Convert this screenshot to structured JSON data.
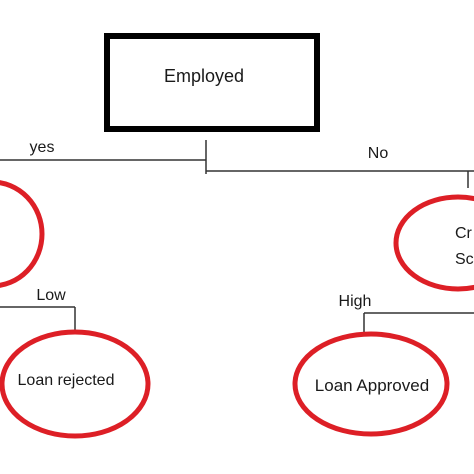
{
  "diagram": {
    "root": {
      "label": "Employed"
    },
    "edges": {
      "yes": "yes",
      "no": "No",
      "low": "Low",
      "high": "High"
    },
    "left_node": {
      "label": ""
    },
    "right_node": {
      "label_line1": "Cr",
      "label_line2": "Sc"
    },
    "leaf_left": {
      "label": "Loan rejected"
    },
    "leaf_right": {
      "label": "Loan Approved"
    },
    "colors": {
      "box_border": "#000000",
      "line": "#333333",
      "ellipse": "#dd1f26",
      "text": "#1a1a1a"
    }
  }
}
